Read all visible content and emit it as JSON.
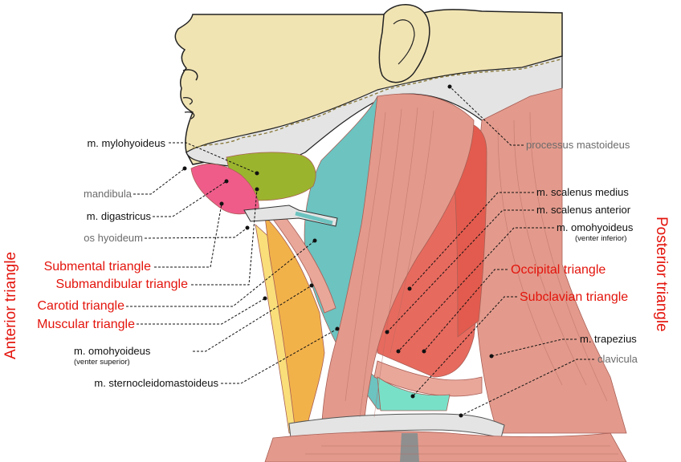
{
  "labels": {
    "mylohyoideus": "m. mylohyoideus",
    "mandibula": "mandibula",
    "digastricus": "m. digastricus",
    "os_hyoideum": "os hyoideum",
    "submental": "Submental triangle",
    "submandibular": "Submandibular triangle",
    "carotid": "Carotid triangle",
    "muscular": "Muscular triangle",
    "omohyoideus_sup": "m. omohyoideus",
    "omohyoideus_sup_sub": "(venter superior)",
    "sternocleido": "m. sternocleidomastoideus",
    "processus": "processus mastoideus",
    "scalenus_medius": "m. scalenus medius",
    "scalenus_anterior": "m. scalenus anterior",
    "omohyoideus_inf": "m. omohyoideus",
    "omohyoideus_inf_sub": "(venter inferior)",
    "occipital": "Occipital triangle",
    "subclavian": "Subclavian triangle",
    "trapezius": "m. trapezius",
    "clavicula": "clavicula",
    "anterior_triangle": "Anterior triangle",
    "posterior_triangle": "Posterior triangle"
  },
  "colors": {
    "skin": "#f1e4b3",
    "bone": "#e4e4e4",
    "muscle": "#e39a8c",
    "muscle_dark": "#e76a5e",
    "green": "#9bb42e",
    "teal": "#6cc3c0",
    "orange": "#f2b24a",
    "yellow": "#f9de7a",
    "magenta": "#ef5c8a",
    "label_red": "#e3140c"
  }
}
